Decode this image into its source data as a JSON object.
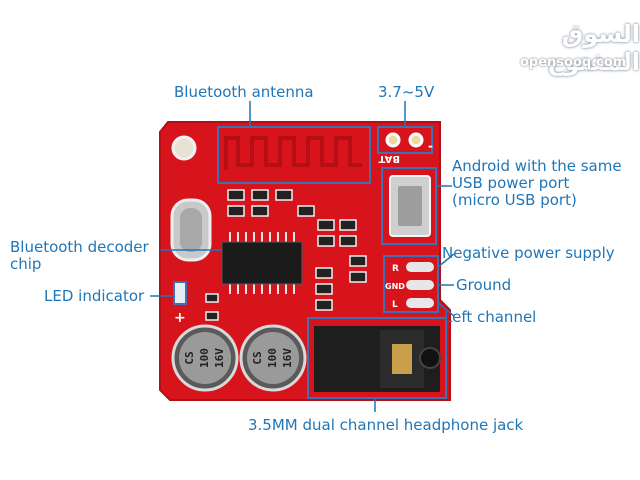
{
  "watermark": {
    "arabic": "السوق المفتوح",
    "latin": "opensooq.com"
  },
  "labels": {
    "antenna": "Bluetooth antenna",
    "voltage": "3.7~5V",
    "usb_line1": "Android with the same",
    "usb_line2": "USB power port",
    "usb_line3": "(micro USB port)",
    "decoder_line1": "Bluetooth decoder",
    "decoder_line2": "chip",
    "negative": "Negative power supply",
    "led": "LED indicator",
    "ground": "Ground",
    "left": "Left channel",
    "jack": "3.5MM dual channel headphone jack"
  },
  "board_marks": {
    "bat": "BAT",
    "plus": "+",
    "minus": "-",
    "pin_r": "R",
    "pin_gnd": "GND",
    "pin_l": "L",
    "cap1": [
      "CS",
      "100",
      "16V"
    ],
    "cap2": [
      "CS",
      "100",
      "16V"
    ]
  },
  "colors": {
    "board": "#d7141c",
    "callout": "#1f76b8",
    "outline": "#3f6fb5"
  }
}
